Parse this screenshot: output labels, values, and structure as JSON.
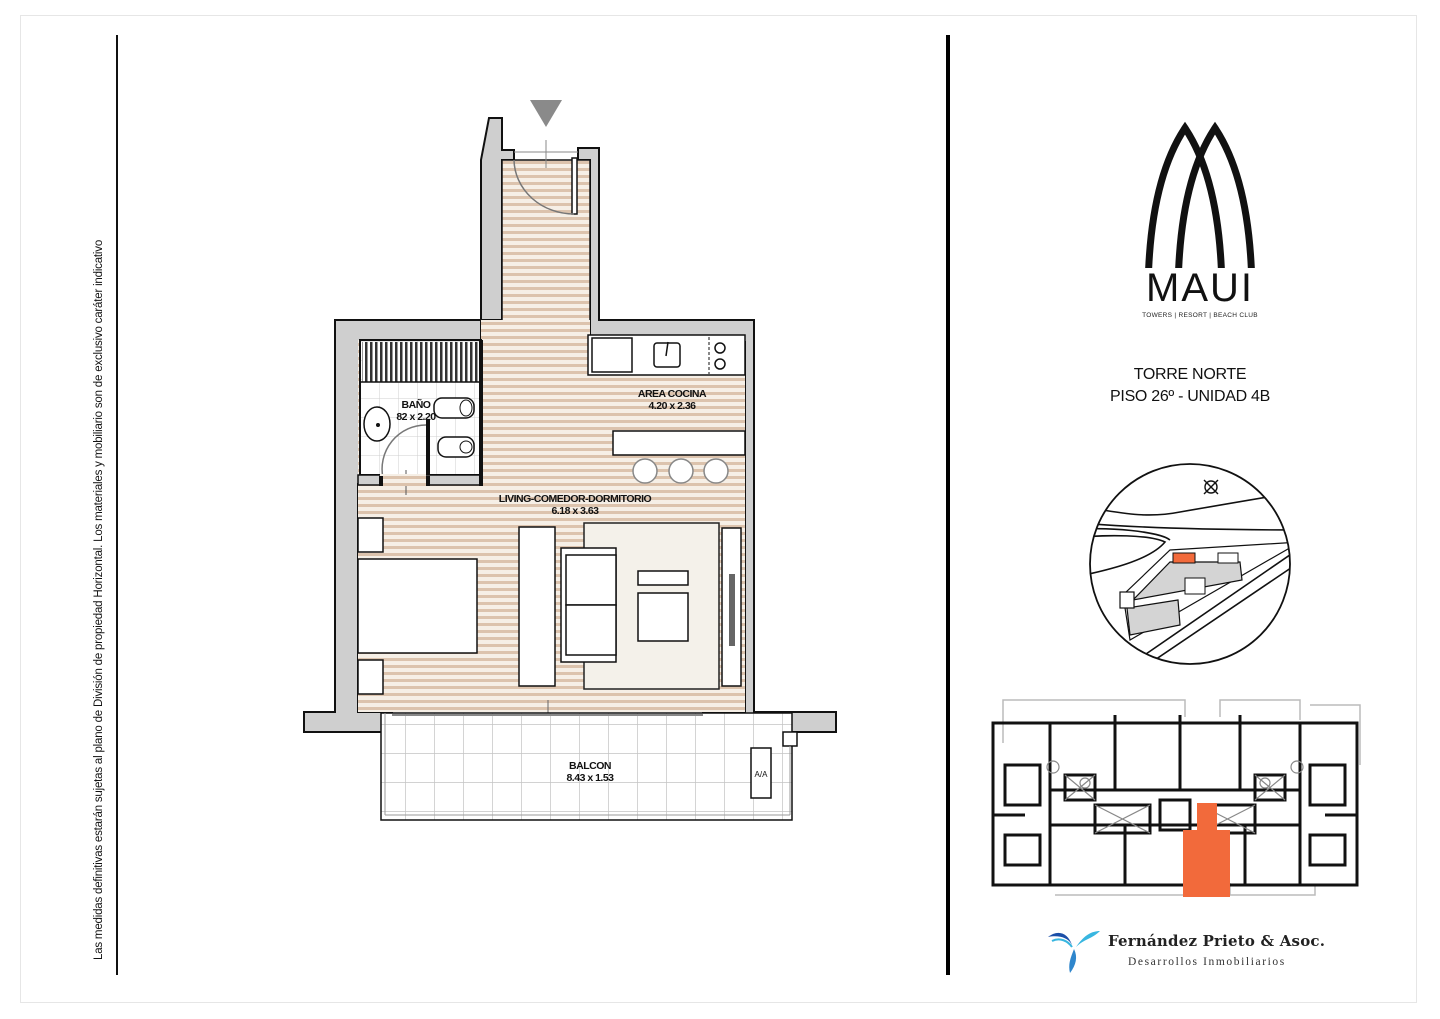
{
  "disclaimer": "Las medidas definitivas estarán sujetas al plano de División de propiedad Horizontal. Los materiales y mobiliario son de exclusivo caráter indicativo",
  "floor_plan": {
    "entrance_marker": "entrance-arrow",
    "rooms": [
      {
        "id": "bano",
        "name": "BAÑO",
        "dimensions": "82 x 2.20"
      },
      {
        "id": "cocina",
        "name": "AREA COCINA",
        "dimensions": "4.20 x 2.36"
      },
      {
        "id": "living",
        "name": "LIVING-COMEDOR-DORMITORIO",
        "dimensions": "6.18 x 3.63"
      },
      {
        "id": "balcon",
        "name": "BALCON",
        "dimensions": "8.43 x 1.53"
      }
    ],
    "ac_label": "A/A",
    "colors": {
      "wall": "#cfcfcf",
      "wall_outline": "#111111",
      "floor_wood_stripe": "#d9bfa8",
      "floor_wood_base": "#f6efe6",
      "rug": "#f4f1ea",
      "tile_line": "#c8c8c8"
    }
  },
  "brand": {
    "name": "MAUI",
    "tagline": "TOWERS | RESORT | BEACH CLUB"
  },
  "unit": {
    "tower": "TORRE NORTE",
    "floor_unit": "PISO 26º - UNIDAD 4B"
  },
  "site_plan": {
    "compass_icon": "north-compass-icon",
    "highlight_color": "#f26a3b"
  },
  "floor_key_plan": {
    "highlight_color": "#f26a3b"
  },
  "developer": {
    "name": "Fernández Prieto & Asoc.",
    "subtitle": "Desarrollos Inmobiliarios",
    "logo_colors": [
      "#1b4fa8",
      "#38b6e0"
    ]
  }
}
